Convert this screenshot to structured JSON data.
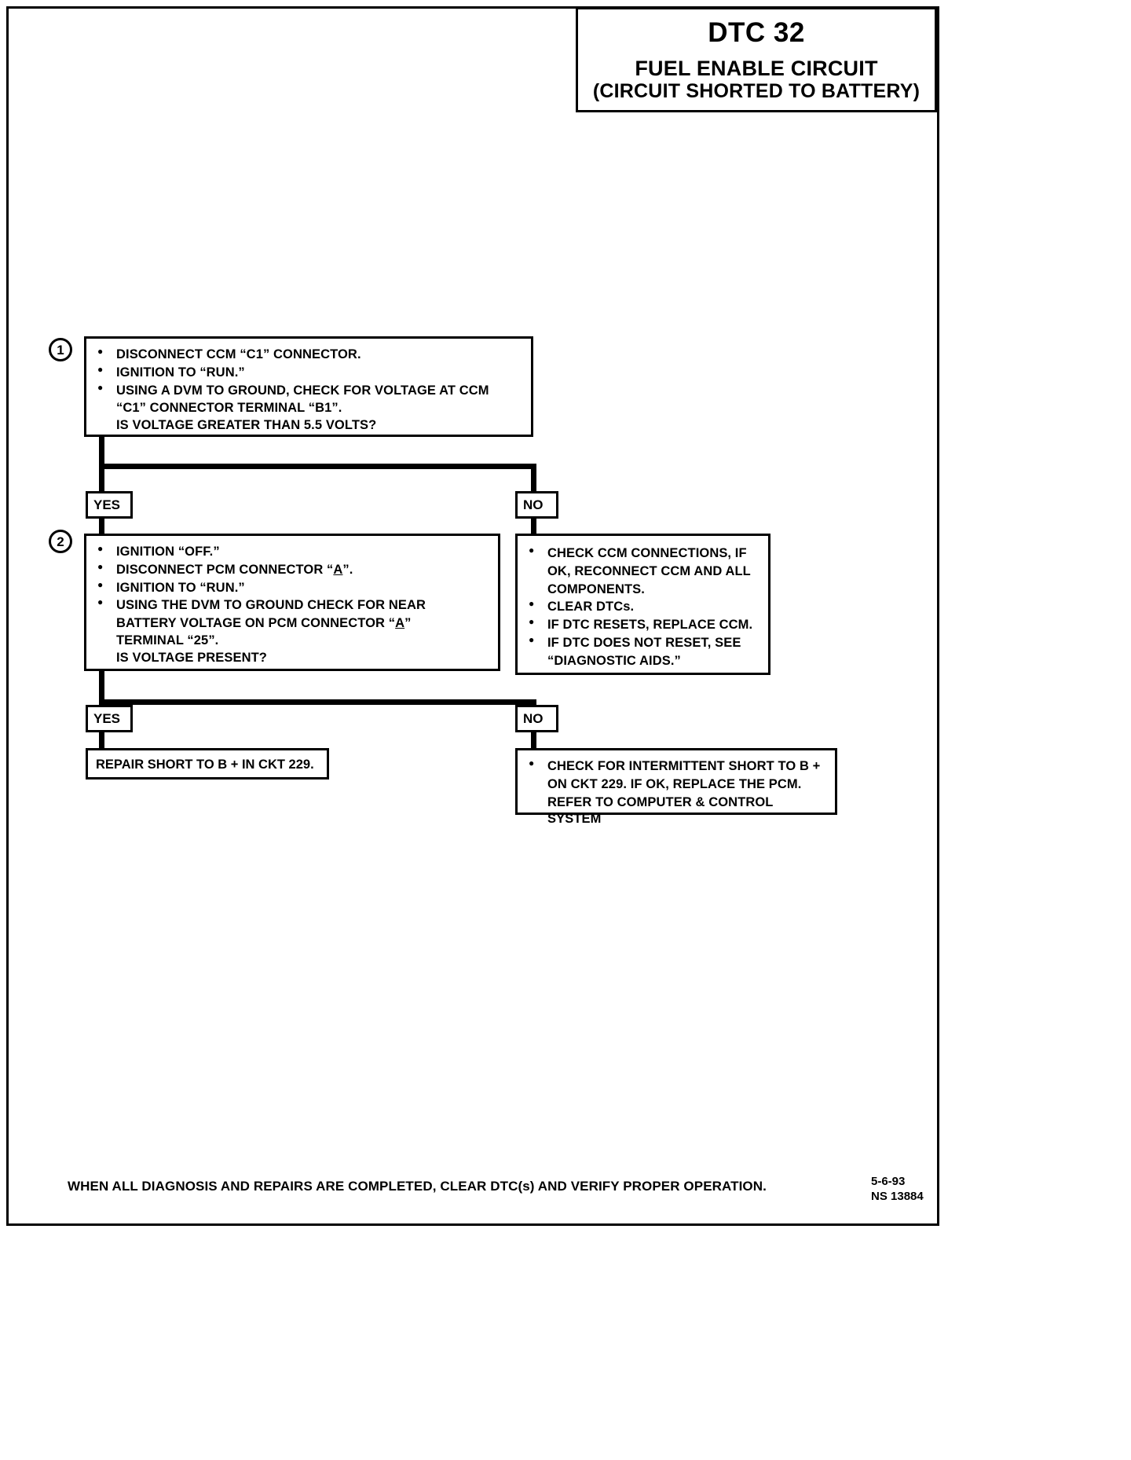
{
  "header": {
    "code": "DTC 32",
    "title": "FUEL ENABLE CIRCUIT",
    "subtitle": "(CIRCUIT SHORTED TO BATTERY)"
  },
  "steps": [
    {
      "number": "1",
      "bullets": [
        "DISCONNECT CCM “C1” CONNECTOR.",
        "IGNITION TO “RUN.”",
        "USING A DVM TO GROUND, CHECK FOR VOLTAGE AT CCM"
      ],
      "continuations": [
        "“C1” CONNECTOR TERMINAL “B1”.",
        "IS VOLTAGE GREATER THAN 5.5 VOLTS?"
      ]
    },
    {
      "number": "2",
      "bullets": [
        "IGNITION “OFF.”",
        "DISCONNECT PCM CONNECTOR “A”.",
        "IGNITION TO “RUN.”",
        "USING THE DVM TO GROUND CHECK FOR NEAR"
      ],
      "continuations": [
        "BATTERY VOLTAGE ON PCM CONNECTOR “A”",
        "TERMINAL “25”.",
        "IS VOLTAGE PRESENT?"
      ]
    }
  ],
  "branch_labels": {
    "yes1": "YES",
    "no1": "NO",
    "yes2": "YES",
    "no2": "NO"
  },
  "no1_box": {
    "bullets": [
      "CHECK CCM CONNECTIONS, IF",
      "CLEAR DTCs.",
      "IF DTC RESETS, REPLACE CCM.",
      "IF DTC DOES NOT RESET, SEE"
    ],
    "line_ok": "OK, RECONNECT CCM AND ALL",
    "line_components": "COMPONENTS.",
    "line_aids": "“DIAGNOSTIC AIDS.”"
  },
  "yes2_box": {
    "text": "REPAIR SHORT TO B + IN CKT 229."
  },
  "no2_box": {
    "bullet": "CHECK FOR INTERMITTENT SHORT TO B +",
    "line2": "ON CKT 229. IF OK, REPLACE THE PCM.",
    "line3": "REFER TO COMPUTER & CONTROL SYSTEM"
  },
  "footer": {
    "note": "WHEN ALL DIAGNOSIS AND REPAIRS ARE COMPLETED, CLEAR DTC(s) AND VERIFY PROPER OPERATION.",
    "date": "5-6-93",
    "doc_id": "NS 13884"
  }
}
